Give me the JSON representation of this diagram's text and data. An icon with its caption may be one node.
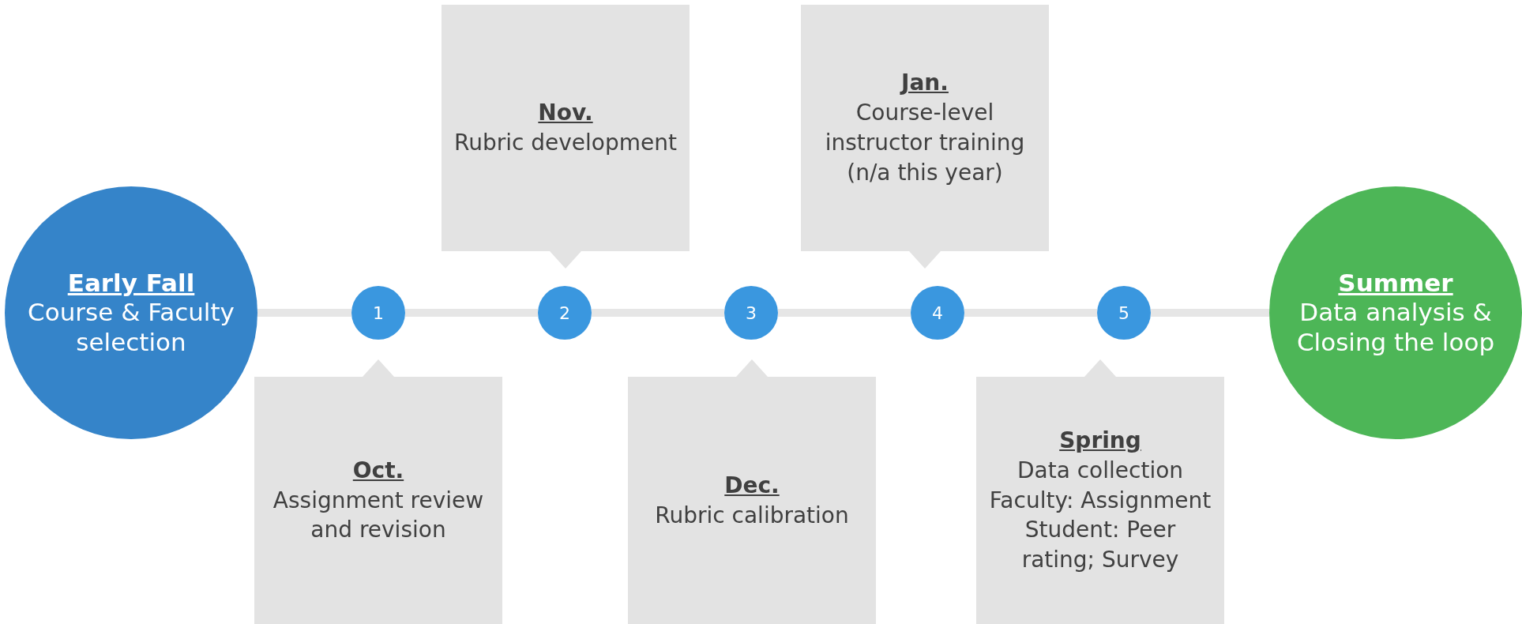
{
  "diagram": {
    "nodes": [
      {
        "text": [
          "Early Fall",
          "Course & Faculty selection"
        ]
      },
      {
        "text": [
          "1"
        ]
      },
      {
        "text": [
          "2"
        ]
      },
      {
        "text": [
          "3"
        ]
      },
      {
        "text": [
          "4"
        ]
      },
      {
        "text": [
          "5"
        ]
      },
      {
        "text": [
          "Oct.",
          "Assignment review and revision"
        ]
      },
      {
        "text": [
          "Nov.",
          "Rubric development"
        ]
      },
      {
        "text": [
          "Dec.",
          "Rubric calibration"
        ]
      },
      {
        "text": [
          "Jan.",
          "Course-level instructor training (n/a this year)"
        ]
      },
      {
        "text": [
          "Spring",
          "Data collection",
          "Faculty: Assignment",
          "Student: Peer rating; Survey"
        ]
      },
      {
        "text": [
          "Summer",
          "Data analysis & Closing the loop"
        ]
      }
    ],
    "edges": [
      {
        "from": 0,
        "to": 1,
        "arrow": "none"
      },
      {
        "from": 1,
        "to": 2,
        "arrow": "none"
      },
      {
        "from": 2,
        "to": 3,
        "arrow": "none"
      },
      {
        "from": 3,
        "to": 4,
        "arrow": "none"
      },
      {
        "from": 4,
        "to": 5,
        "arrow": "none"
      },
      {
        "from": 5,
        "to": 11,
        "arrow": "none"
      }
    ]
  }
}
